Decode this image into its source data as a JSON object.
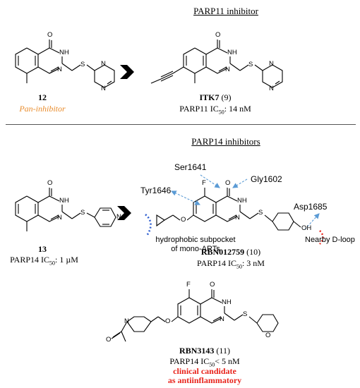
{
  "colors": {
    "orange": "#e98d2e",
    "red": "#e8231b",
    "blue_arrow": "#5b9bd5",
    "blue_dots": "#2f5fd0",
    "red_dots": "#e8231b"
  },
  "top": {
    "heading": "PARP11 inhibitor",
    "left_compound": {
      "number": "12",
      "label": "Pan-inhibitor"
    },
    "right_compound": {
      "name": "ITK7",
      "number": "(9)",
      "activity_prefix": "PARP11 IC",
      "activity_sub": "50",
      "activity_value": ": 14 nM"
    }
  },
  "bottom": {
    "heading": "PARP14 inhibitors",
    "left_compound": {
      "number": "13",
      "activity_prefix": "PARP14 IC",
      "activity_sub": "50",
      "activity_value": ": 1 µM"
    },
    "center_compound": {
      "name": "RBN012759",
      "number": "(10)",
      "activity_prefix": "PARP14 IC",
      "activity_sub": "50",
      "activity_value": ": 3 nM"
    },
    "residues": {
      "ser": "Ser1641",
      "gly": "Gly1602",
      "tyr": "Tyr1646",
      "asp": "Asp1685"
    },
    "annotations": {
      "pocket_line1": "hydrophobic subpocket",
      "pocket_line2": "of mono-ARTs",
      "dloop": "Nearby D-loop"
    },
    "lower_compound": {
      "name": "RBN3143",
      "number": "(11)",
      "activity_prefix": "PARP14 IC",
      "activity_sub": "50",
      "activity_value": "< 5 nM",
      "candidate_line1": "clinical candidate",
      "candidate_line2": "as antiinflammatory"
    }
  },
  "atoms": {
    "O": "O",
    "NH": "NH",
    "N": "N",
    "S": "S",
    "F": "F",
    "OH": "OH"
  }
}
